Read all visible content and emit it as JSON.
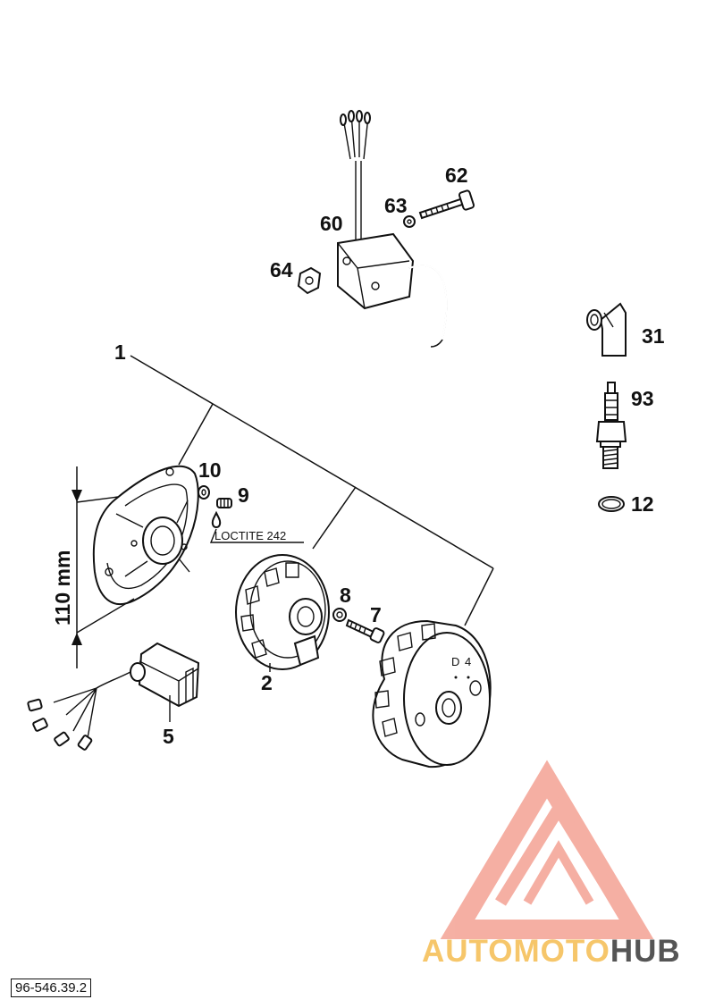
{
  "callouts": {
    "c1": "1",
    "c2": "2",
    "c5": "5",
    "c7": "7",
    "c8": "8",
    "c9": "9",
    "c10": "10",
    "c12": "12",
    "c31": "31",
    "c60": "60",
    "c62": "62",
    "c63": "63",
    "c64": "64",
    "c93": "93"
  },
  "annotations": {
    "loctite": "LOCTITE 242",
    "dimension": "110 mm"
  },
  "reference_code": "96-546.39.2",
  "watermark": {
    "part1": "AUTOMOTO",
    "part2": "HUB",
    "color_primary": "#f4a79a",
    "color_secondary": "#f6c66a",
    "color_dark": "#555555"
  }
}
